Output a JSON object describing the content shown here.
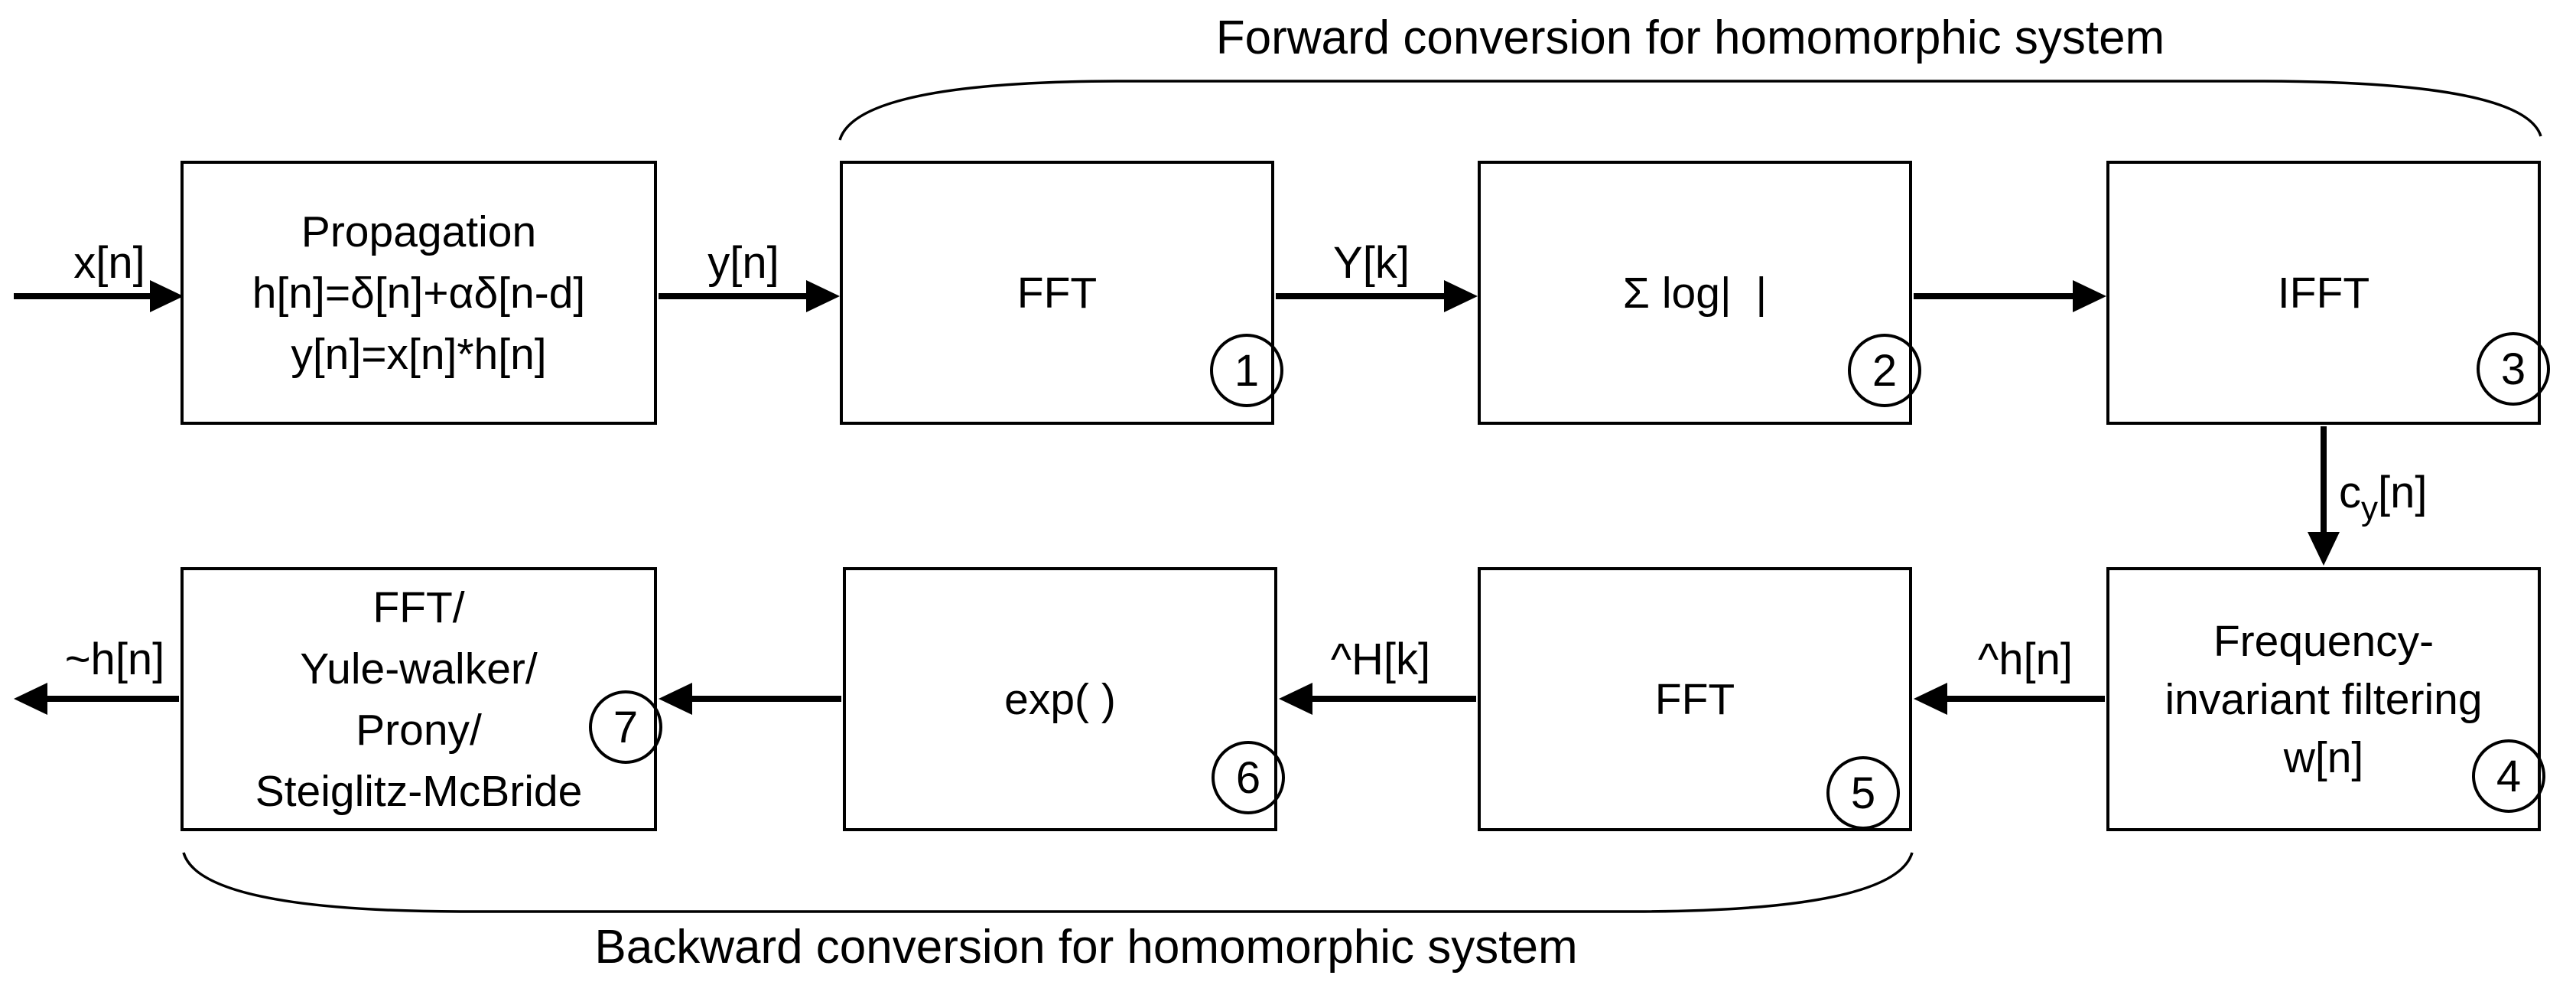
{
  "titles": {
    "top": "Forward conversion for homomorphic system",
    "bottom": "Backward conversion for homomorphic system"
  },
  "blocks": {
    "propagation": {
      "lines": [
        "Propagation",
        "h[n]=δ[n]+αδ[n-d]",
        "y[n]=x[n]*h[n]"
      ]
    },
    "fft_forward": {
      "label": "FFT",
      "number": "1"
    },
    "sum_log": {
      "label": "Σ log|  |",
      "number": "2"
    },
    "ifft": {
      "label": "IFFT",
      "number": "3"
    },
    "freq_filtering": {
      "lines": [
        "Frequency-",
        "invariant filtering",
        "w[n]"
      ],
      "number": "4"
    },
    "fft_backward": {
      "label": "FFT",
      "number": "5"
    },
    "exp": {
      "label": "exp( )",
      "number": "6"
    },
    "model_fitting": {
      "lines": [
        "FFT/",
        "Yule-walker/",
        "Prony/",
        "Steiglitz-McBride"
      ],
      "number": "7"
    }
  },
  "signals": {
    "input": "x[n]",
    "after_propagation": "y[n]",
    "after_fft": "Y[k]",
    "cepstrum_pre": "c",
    "cepstrum_sub": "y",
    "cepstrum_post": "[n]",
    "estimated_impulse": "^h[n]",
    "estimated_spectrum": "^H[k]",
    "output": "~h[n]"
  },
  "colors": {
    "ink": "#000000",
    "background": "#ffffff"
  }
}
